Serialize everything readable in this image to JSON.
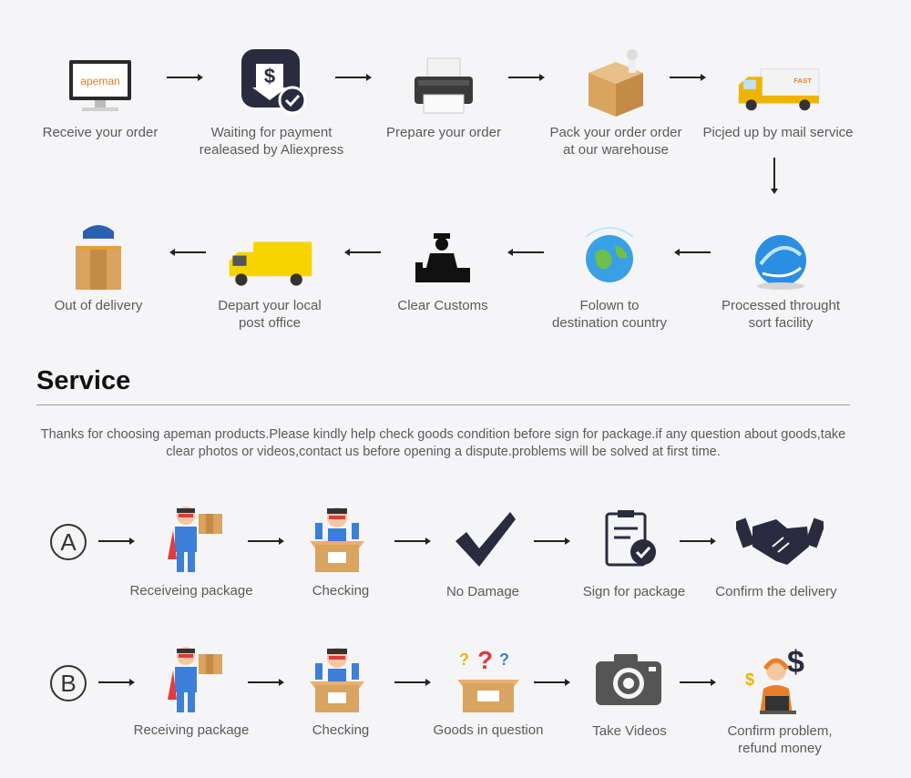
{
  "flow": {
    "receive": "Receive your order",
    "waiting": "Waiting for payment\nrealeased by Aliexpress",
    "prepare": "Prepare your order",
    "pack": "Pack your order order\nat our warehouse",
    "picked": "Picjed up by mail service",
    "processed": "Processed throught\nsort facility",
    "folown": "Folown to\ndestination country",
    "customs": "Clear Customs",
    "depart": "Depart your local\npost office",
    "out": "Out of delivery"
  },
  "logo_text": "apeman",
  "truck_text": "FAST",
  "service": {
    "title": "Service",
    "text": "Thanks for choosing apeman products.Please kindly help check goods condition before sign for package.if any question about goods,take clear photos or videos,contact us before opening a dispute.problems will be solved at first time."
  },
  "rowA": {
    "letter": "A",
    "steps": [
      "Receiveing package",
      "Checking",
      "No Damage",
      "Sign for package",
      "Confirm the delivery"
    ]
  },
  "rowB": {
    "letter": "B",
    "steps": [
      "Receiving package",
      "Checking",
      "Goods in question",
      "Take Videos",
      "Confirm problem,\nrefund money"
    ]
  },
  "colors": {
    "dark": "#2b2b3f",
    "box": "#d9a360",
    "hero_red": "#e23b3b",
    "hero_blue": "#3b7fd9",
    "globe": "#2b8ee0"
  }
}
